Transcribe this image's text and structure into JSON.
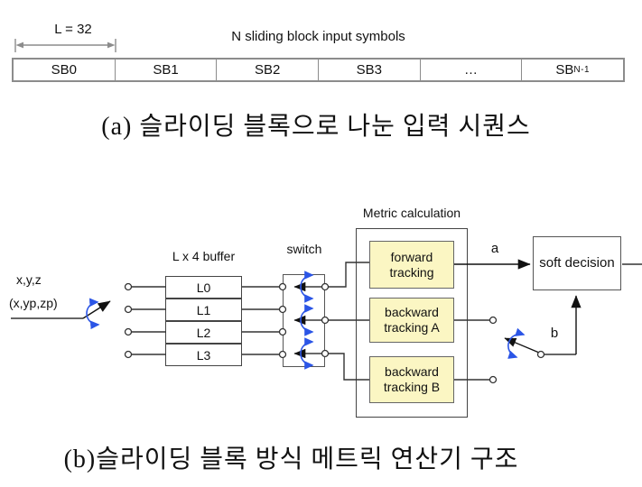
{
  "figure_a": {
    "length_label": "L = 32",
    "title": "N sliding block input symbols",
    "blocks": [
      "SB0",
      "SB1",
      "SB2",
      "SB3",
      "…"
    ],
    "last_block": {
      "base": "SB",
      "sub": "N-1"
    },
    "caption": "(a) 슬라이딩 블록으로 나눈 입력 시퀀스"
  },
  "figure_b": {
    "input_signal": "x,y,z",
    "input_signal_alt": "(x,yp,zp)",
    "buffer_label": "L x 4 buffer",
    "buffer_rows": [
      "L0",
      "L1",
      "L2",
      "L3"
    ],
    "switch_label": "switch",
    "metric_label": "Metric calculation",
    "module_forward": "forward tracking",
    "module_backward_a": "backward tracking A",
    "module_backward_b": "backward tracking B",
    "soft_decision_label": "soft decision",
    "output_a": "a",
    "output_b": "b",
    "caption": "(b)슬라이딩 블록 방식 메트릭 연산기 구조"
  },
  "colors": {
    "module_fill": "#FBF6C3",
    "rotation_arrow_blue": "#2B55E6",
    "line_dark": "#333333",
    "table_border_gray": "#8C8C8C"
  }
}
